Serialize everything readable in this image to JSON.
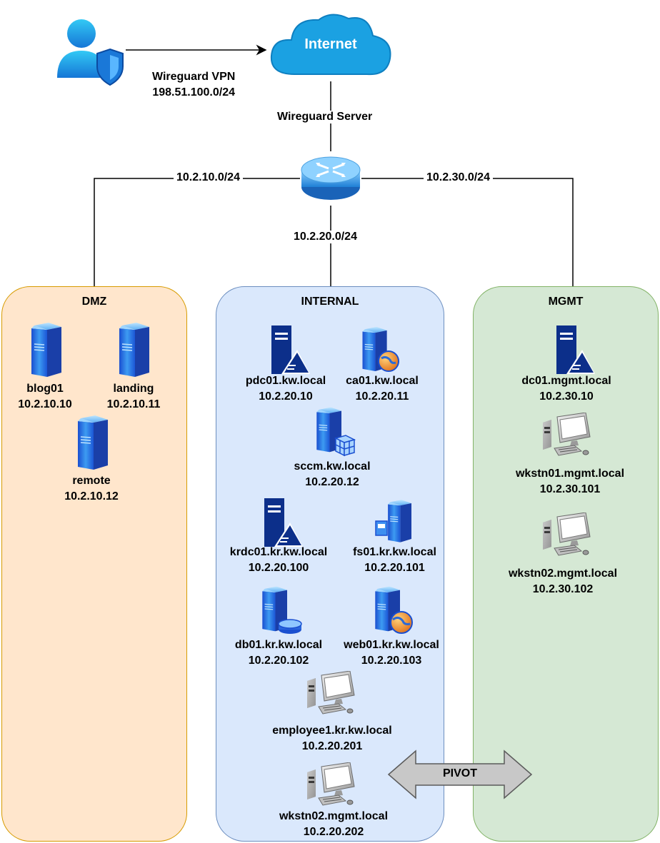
{
  "vpn": {
    "title": "Wireguard VPN",
    "subnet": "198.51.100.0/24"
  },
  "internet": {
    "label": "Internet"
  },
  "server": {
    "label": "Wireguard Server"
  },
  "links": {
    "dmz": "10.2.10.0/24",
    "internal": "10.2.20.0/24",
    "mgmt": "10.2.30.0/24"
  },
  "zones": {
    "dmz": {
      "title": "DMZ",
      "fill": "#ffe6cc",
      "stroke": "#d79b00"
    },
    "internal": {
      "title": "INTERNAL",
      "fill": "#dae8fc",
      "stroke": "#6c8ebf"
    },
    "mgmt": {
      "title": "MGMT",
      "fill": "#d5e8d4",
      "stroke": "#82b366"
    }
  },
  "hosts": {
    "blog01": {
      "name": "blog01",
      "ip": "10.2.10.10",
      "icon": "server-icon"
    },
    "landing": {
      "name": "landing",
      "ip": "10.2.10.11",
      "icon": "server-icon"
    },
    "remote": {
      "name": "remote",
      "ip": "10.2.10.12",
      "icon": "server-icon"
    },
    "pdc01": {
      "name": "pdc01.kw.local",
      "ip": "10.2.20.10",
      "icon": "domain-controller-icon"
    },
    "ca01": {
      "name": "ca01.kw.local",
      "ip": "10.2.20.11",
      "icon": "web-server-icon"
    },
    "sccm": {
      "name": "sccm.kw.local",
      "ip": "10.2.20.12",
      "icon": "sccm-server-icon"
    },
    "krdc01": {
      "name": "krdc01.kr.kw.local",
      "ip": "10.2.20.100",
      "icon": "domain-controller-icon"
    },
    "fs01": {
      "name": "fs01.kr.kw.local",
      "ip": "10.2.20.101",
      "icon": "file-server-icon"
    },
    "db01": {
      "name": "db01.kr.kw.local",
      "ip": "10.2.20.102",
      "icon": "database-server-icon"
    },
    "web01": {
      "name": "web01.kr.kw.local",
      "ip": "10.2.20.103",
      "icon": "web-server-icon"
    },
    "employee1": {
      "name": "employee1.kr.kw.local",
      "ip": "10.2.20.201",
      "icon": "workstation-icon"
    },
    "wkstn02int": {
      "name": "wkstn02.mgmt.local",
      "ip": "10.2.20.202",
      "icon": "workstation-icon"
    },
    "dc01": {
      "name": "dc01.mgmt.local",
      "ip": "10.2.30.10",
      "icon": "domain-controller-icon"
    },
    "wkstn01": {
      "name": "wkstn01.mgmt.local",
      "ip": "10.2.30.101",
      "icon": "workstation-icon"
    },
    "wkstn02": {
      "name": "wkstn02.mgmt.local",
      "ip": "10.2.30.102",
      "icon": "workstation-icon"
    }
  },
  "pivot": {
    "label": "PIVOT"
  }
}
